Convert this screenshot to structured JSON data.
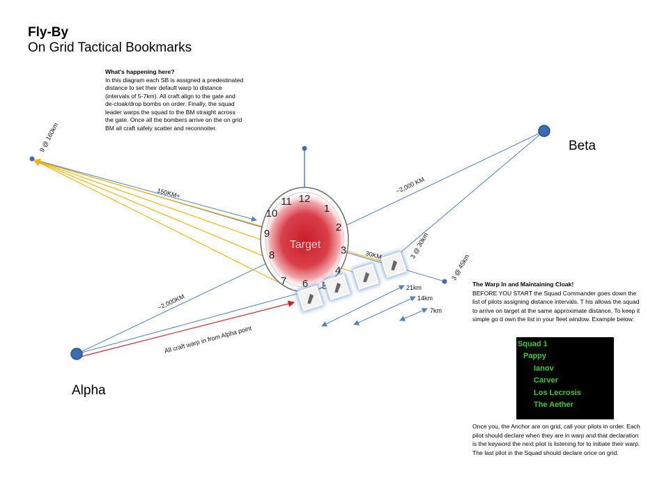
{
  "title": "Fly-By",
  "subtitle": "On Grid Tactical Bookmarks",
  "description": {
    "heading": "What's happening here?",
    "body": "In this diagram each SB is assigned a predestinated distance to set their default warp to distance (intervals of 5-7km). All craft align to the gate and de-cloak/drop bombs on order. Finally, the squad leader warps the squad to the BM straight across the gate. Once all the bombers arrive on the on grid BM all craft safely scatter and reconnoiter."
  },
  "points": {
    "alpha": "Alpha",
    "beta": "Beta",
    "target": "Target"
  },
  "clock_numbers": [
    "12",
    "1",
    "2",
    "3",
    "4",
    "5",
    "6",
    "7",
    "8",
    "9",
    "10",
    "11"
  ],
  "labels": {
    "bm_9": "9 @ 160km",
    "bm_3_30": "3 @ 30km",
    "bm_3_45": "3 @ 45km",
    "dist_150": "150KM+",
    "dist_2000_beta": "~2,000 KM",
    "dist_2000_alpha": "~2,000KM",
    "dist_30": "30KM",
    "alpha_warp": "All craft warp in from Alpha point",
    "d21": "21km",
    "d14": "14km",
    "d7": "7km"
  },
  "right_panel": {
    "heading": "The Warp In and Maintaining Cloak!",
    "body": "BEFORE YOU START the Squad Commander goes down the list of pilots assigning distance intervals. T his allows the squad to arrive on target at the same approximate distance. To keep it simple go d own the list in your fleet window. Example below:",
    "footer": "Once you, the Anchor are on grid, call your pilots in order. Each pilot should declare when they are in warp and that declaration is the keyword the next pilot is listening for to initiate their warp. The last pilot in the Squad should declare once on grid."
  },
  "squad": {
    "name": "Squad 1",
    "leader": "Pappy",
    "members": [
      "Ianov",
      "Carver",
      "Los Lecrosis",
      "The Aether"
    ]
  },
  "colors": {
    "line_blue": "#4f81bd",
    "line_orange": "#f5b50a",
    "line_red": "#e02020",
    "node_blue": "#3c6cb4",
    "squad_green": "#33cc33"
  },
  "icons": [
    "bomber-ship-icon",
    "bomber-ship-icon",
    "bomber-ship-icon",
    "bomber-ship-icon",
    "bomber-ship-icon"
  ]
}
